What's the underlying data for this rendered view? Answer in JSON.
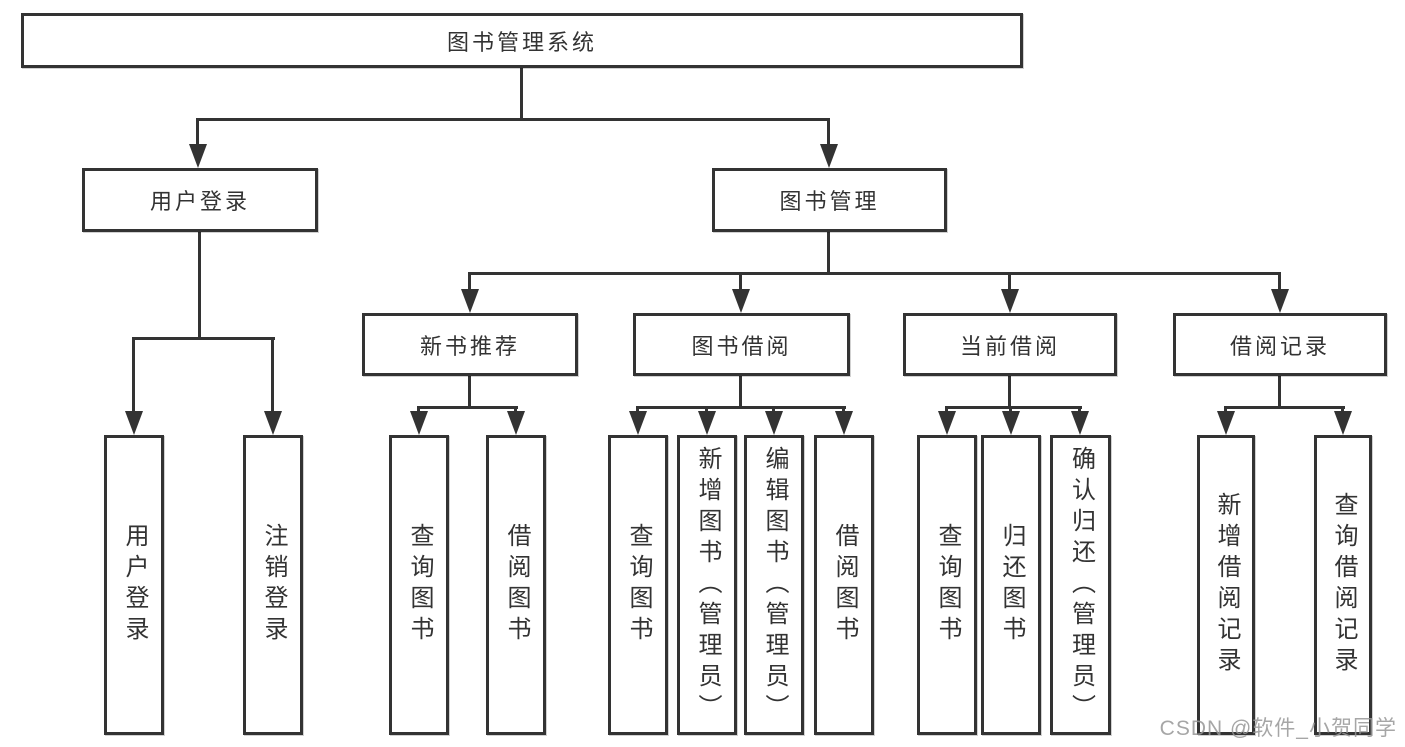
{
  "nodes": {
    "root": {
      "label": "图书管理系统"
    },
    "user_login": {
      "label": "用户登录",
      "children": [
        {
          "label": "用户登录"
        },
        {
          "label": "注销登录"
        }
      ]
    },
    "book_management": {
      "label": "图书管理"
    },
    "new_book_recommendation": {
      "label": "新书推荐",
      "children": [
        {
          "label": "查询图书"
        },
        {
          "label": "借阅图书"
        }
      ]
    },
    "book_borrowing": {
      "label": "图书借阅",
      "children": [
        {
          "label": "查询图书"
        },
        {
          "label": "新增图书（管理员）"
        },
        {
          "label": "编辑图书（管理员）"
        },
        {
          "label": "借阅图书"
        }
      ]
    },
    "current_borrowing": {
      "label": "当前借阅",
      "children": [
        {
          "label": "查询图书"
        },
        {
          "label": "归还图书"
        },
        {
          "label": "确认归还（管理员）"
        }
      ]
    },
    "borrowing_records": {
      "label": "借阅记录",
      "children": [
        {
          "label": "新增借阅记录"
        },
        {
          "label": "查询借阅记录"
        }
      ]
    }
  },
  "watermark": {
    "text": "CSDN @软件_小贺同学"
  },
  "colors": {
    "line": "#333333",
    "box_border": "#333333",
    "text": "#333333",
    "background": "#ffffff",
    "watermark": "#969696"
  }
}
